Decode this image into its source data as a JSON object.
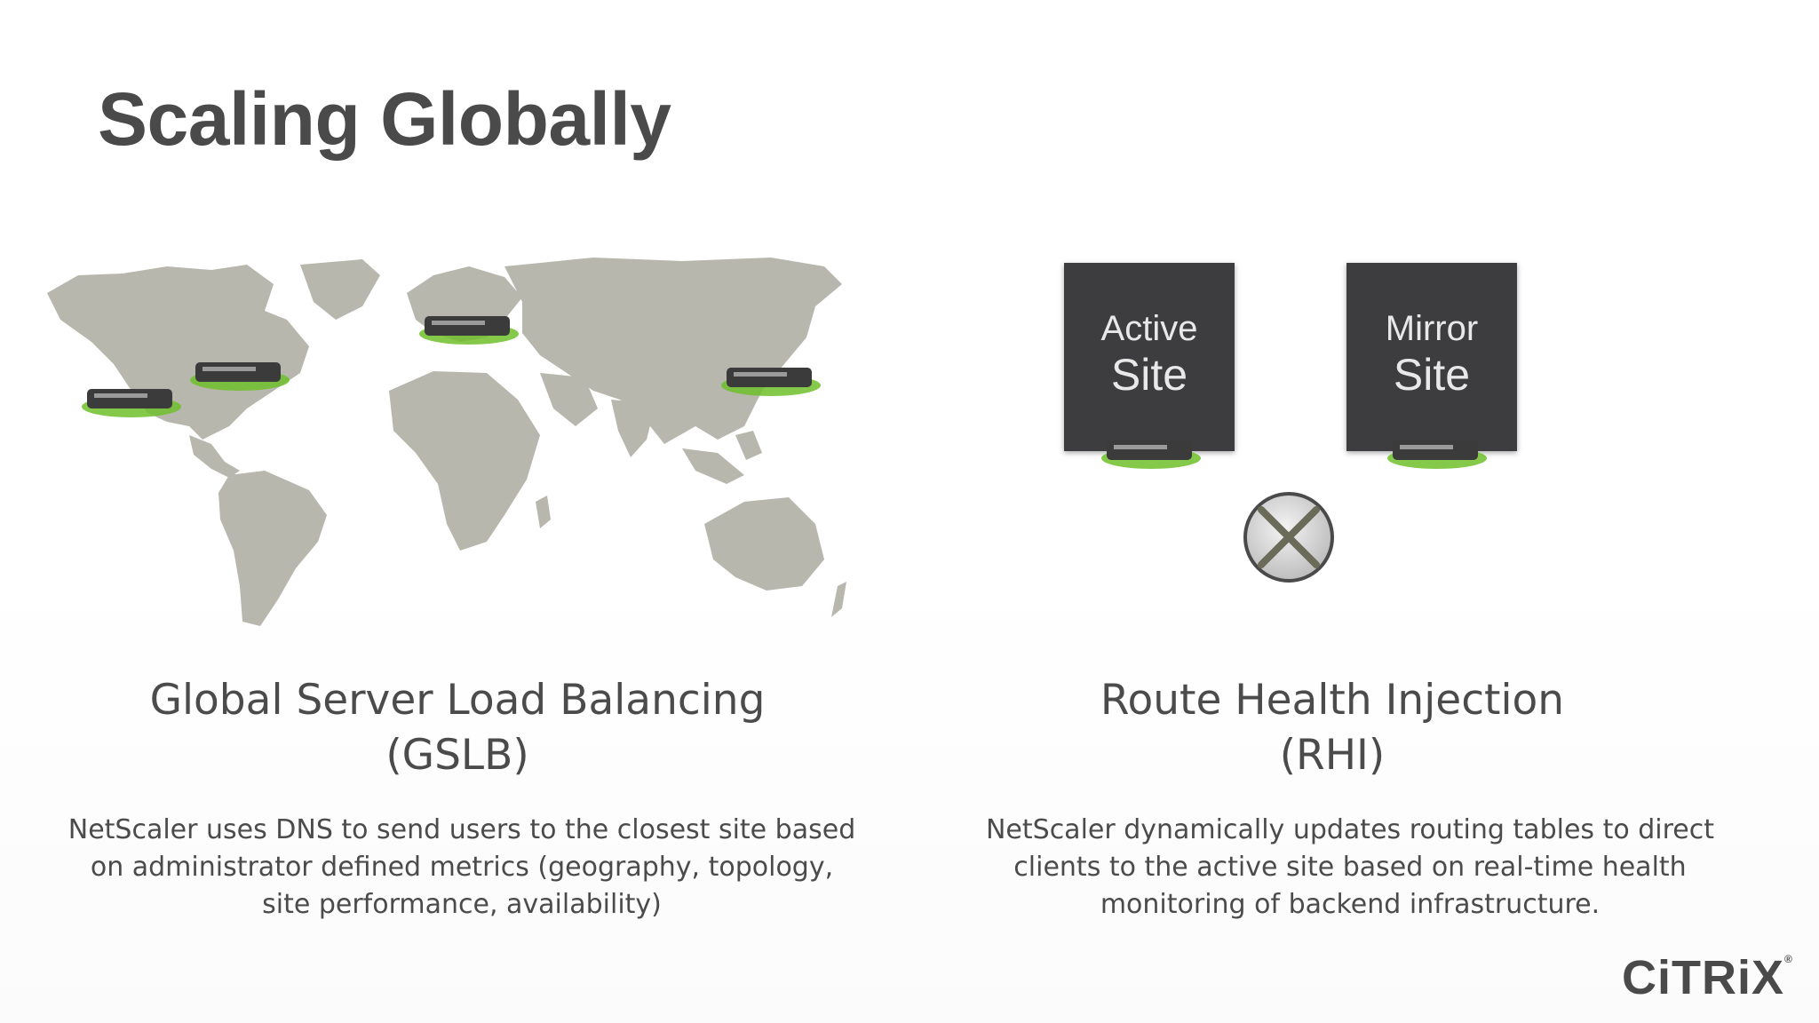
{
  "slide": {
    "title": "Scaling Globally"
  },
  "left": {
    "heading_line1": "Global Server Load Balancing",
    "heading_line2": "(GSLB)",
    "desc_line1": "NetScaler uses DNS to send users to the closest site based",
    "desc_line2": "on administrator defined metrics (geography, topology,",
    "desc_line3": "site performance, availability)"
  },
  "right": {
    "active_site_line1": "Active",
    "active_site_line2": "Site",
    "mirror_site_line1": "Mirror",
    "mirror_site_line2": "Site",
    "heading_line1": "Route Health Injection",
    "heading_line2": "(RHI)",
    "desc_line1": "NetScaler dynamically updates routing tables to direct",
    "desc_line2": "clients to the active site based on real-time health",
    "desc_line3": "monitoring of backend infrastructure."
  },
  "logo": {
    "text": "CiTRiX",
    "mark": "®"
  },
  "icons": {
    "appliance": "netscaler-appliance-icon",
    "disconnect": "x-circle-icon",
    "map": "world-map"
  },
  "colors": {
    "map_land": "#b7b7ad",
    "site_box": "#3d3d40",
    "appliance_glow": "#6fbf2a",
    "text": "#4b4b4b"
  }
}
